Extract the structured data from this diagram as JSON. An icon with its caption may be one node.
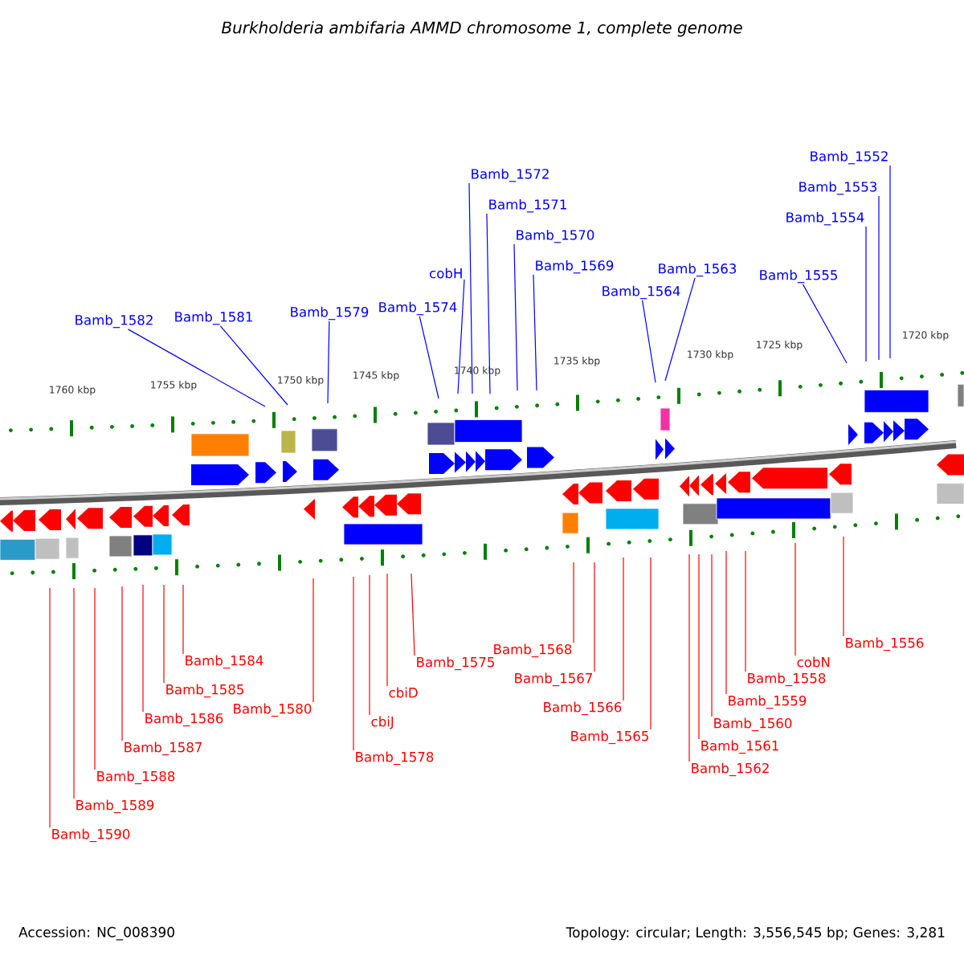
{
  "diagram": {
    "title": "Burkholderia ambifaria AMMD chromosome 1, complete genome",
    "nodes": [
      {
        "text": [
          "Bamb_1572"
        ]
      },
      {
        "text": [
          "Bamb_1571"
        ]
      },
      {
        "text": [
          "Bamb_1570"
        ]
      },
      {
        "text": [
          "cobH"
        ]
      },
      {
        "text": [
          "Bamb_1569"
        ]
      },
      {
        "text": [
          "Bamb_1582"
        ]
      },
      {
        "text": [
          "Bamb_1581"
        ]
      },
      {
        "text": [
          "Bamb_1579"
        ]
      },
      {
        "text": [
          "Bamb_1574"
        ]
      },
      {
        "text": [
          "Bamb_1564"
        ]
      },
      {
        "text": [
          "Bamb_1563"
        ]
      },
      {
        "text": [
          "Bamb_1555"
        ]
      },
      {
        "text": [
          "Bamb_1554"
        ]
      },
      {
        "text": [
          "Bamb_1553"
        ]
      },
      {
        "text": [
          "Bamb_1552"
        ]
      },
      {
        "text": [
          "Bamb_1590"
        ]
      },
      {
        "text": [
          "Bamb_1588"
        ]
      },
      {
        "text": [
          "Bamb_1589"
        ]
      },
      {
        "text": [
          "Bamb_1587"
        ]
      },
      {
        "text": [
          "Bamb_1586"
        ]
      },
      {
        "text": [
          "Bamb_1585"
        ]
      },
      {
        "text": [
          "Bamb_1584"
        ]
      },
      {
        "text": [
          "Bamb_1580"
        ]
      },
      {
        "text": [
          "Bamb_1578"
        ]
      },
      {
        "text": [
          "cbiJ"
        ]
      },
      {
        "text": [
          "cbiD"
        ]
      },
      {
        "text": [
          "Bamb_1575"
        ]
      },
      {
        "text": [
          "Bamb_1568"
        ]
      },
      {
        "text": [
          "Bamb_1567"
        ]
      },
      {
        "text": [
          "Bamb_1566"
        ]
      },
      {
        "text": [
          "Bamb_1565"
        ]
      },
      {
        "text": [
          "Bamb_1559"
        ]
      },
      {
        "text": [
          "Bamb_1558"
        ]
      },
      {
        "text": [
          "Bamb_1560"
        ]
      },
      {
        "text": [
          "Bamb_1561"
        ]
      },
      {
        "text": [
          "Bamb_1562"
        ]
      },
      {
        "text": [
          "cobN"
        ]
      },
      {
        "text": [
          "Bamb_1556"
        ]
      }
    ],
    "edges": [
      {
        "from": 0,
        "to": null,
        "arrow": "none",
        "color": "#0000ff"
      },
      {
        "from": 1,
        "to": null,
        "arrow": "none",
        "color": "#0000ff"
      },
      {
        "from": 2,
        "to": null,
        "arrow": "none",
        "color": "#0000ff"
      },
      {
        "from": 3,
        "to": null,
        "arrow": "none",
        "color": "#0000ff"
      },
      {
        "from": 4,
        "to": null,
        "arrow": "none",
        "color": "#0000ff"
      },
      {
        "from": 5,
        "to": null,
        "arrow": "none",
        "color": "#0000ff"
      },
      {
        "from": 6,
        "to": null,
        "arrow": "none",
        "color": "#0000ff"
      },
      {
        "from": 7,
        "to": null,
        "arrow": "none",
        "color": "#0000ff"
      },
      {
        "from": 8,
        "to": null,
        "arrow": "none",
        "color": "#0000ff"
      },
      {
        "from": 9,
        "to": null,
        "arrow": "none",
        "color": "#0000ff"
      },
      {
        "from": 10,
        "to": null,
        "arrow": "none",
        "color": "#0000ff"
      },
      {
        "from": 11,
        "to": null,
        "arrow": "none",
        "color": "#0000ff"
      },
      {
        "from": 12,
        "to": null,
        "arrow": "none",
        "color": "#0000ff"
      },
      {
        "from": 13,
        "to": null,
        "arrow": "none",
        "color": "#0000ff"
      },
      {
        "from": 14,
        "to": null,
        "arrow": "none",
        "color": "#0000ff"
      },
      {
        "from": 15,
        "to": null,
        "arrow": "none"
      },
      {
        "from": 16,
        "to": null,
        "arrow": "none"
      },
      {
        "from": 17,
        "to": null,
        "arrow": "none"
      },
      {
        "from": 18,
        "to": null,
        "arrow": "none"
      },
      {
        "from": 19,
        "to": null,
        "arrow": "none"
      },
      {
        "from": 20,
        "to": null,
        "arrow": "none"
      },
      {
        "from": 21,
        "to": null,
        "arrow": "none"
      },
      {
        "from": 22,
        "to": null,
        "arrow": "none"
      },
      {
        "from": 23,
        "to": null,
        "arrow": "none"
      },
      {
        "from": 24,
        "to": null,
        "arrow": "none"
      },
      {
        "from": 25,
        "to": null,
        "arrow": "none"
      },
      {
        "from": 26,
        "to": null,
        "arrow": "none"
      },
      {
        "from": 27,
        "to": null,
        "arrow": "none"
      },
      {
        "from": 28,
        "to": null,
        "arrow": "none"
      },
      {
        "from": 29,
        "to": null,
        "arrow": "none"
      },
      {
        "from": 30,
        "to": null,
        "arrow": "none"
      },
      {
        "from": 31,
        "to": null,
        "arrow": "none"
      },
      {
        "from": 32,
        "to": null,
        "arrow": "none"
      },
      {
        "from": 33,
        "to": null,
        "arrow": "none"
      },
      {
        "from": 34,
        "to": null,
        "arrow": "none"
      },
      {
        "from": 35,
        "to": null,
        "arrow": "none"
      },
      {
        "from": 36,
        "to": null,
        "arrow": "none"
      },
      {
        "from": 37,
        "to": null,
        "arrow": "none"
      }
    ],
    "labels": [
      "1760 kbp",
      "1755 kbp",
      "1750 kbp",
      "1745 kbp",
      "1740 kbp",
      "1735 kbp",
      "1730 kbp",
      "1725 kbp",
      "1720 kbp",
      "Accession: NC_008390",
      "Topology: circular; Length: 3,556,545 bp; Genes: 3,281"
    ]
  }
}
